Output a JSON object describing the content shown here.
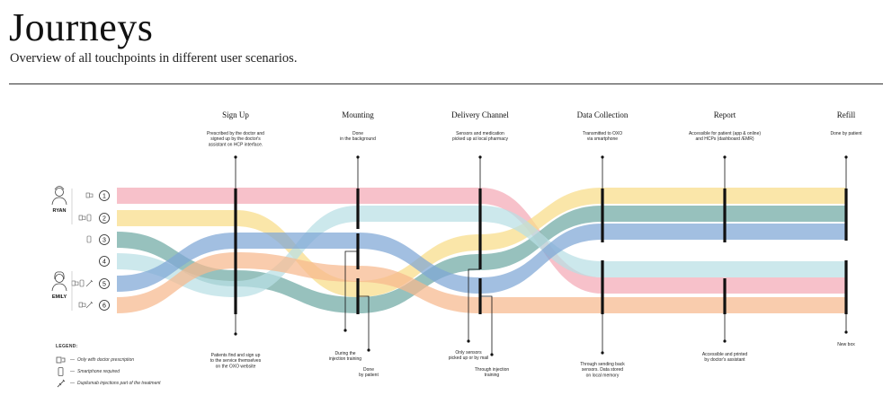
{
  "header": {
    "title": "Journeys",
    "subtitle": "Overview of all touchpoints in different user scenarios."
  },
  "stages": [
    {
      "name": "Sign Up",
      "top_note": "Prescribed by the doctor and\nsigned up by the doctor's\nassistant on  HCP interface.",
      "bottom_notes": [
        {
          "text": "Patients find and sign up\nto the service themselves\non the OXO website"
        }
      ]
    },
    {
      "name": "Mounting",
      "top_note": "Done\nin the background",
      "bottom_notes": [
        {
          "text": "During the\ninjection training"
        },
        {
          "text": "Done\nby patient"
        }
      ]
    },
    {
      "name": "Delivery Channel",
      "top_note": "Sensors and medication\npicked up at local pharmacy",
      "bottom_notes": [
        {
          "text": "Only sensors\npicked up or by mail"
        },
        {
          "text": "Through injection\ntraining"
        }
      ]
    },
    {
      "name": "Data Collection",
      "top_note": "Transmitted to OXO\nvia smartphone",
      "bottom_notes": [
        {
          "text": "Through sending back\nsensors. Data stored\non local memory"
        }
      ]
    },
    {
      "name": "Report",
      "top_note": "Accessible for patient (app & online)\nand HCPs (dashboard /EMR)",
      "bottom_notes": [
        {
          "text": "Accessible and printed\nby doctor's assistant"
        }
      ]
    },
    {
      "name": "Refill",
      "top_note": "Done by patient",
      "bottom_notes": [
        {
          "text": "New box"
        }
      ]
    }
  ],
  "users": [
    {
      "name": "RYAN",
      "icon": "doctor-avatar-icon"
    },
    {
      "name": "EMILY",
      "icon": "woman-avatar-icon"
    }
  ],
  "scenarios": [
    {
      "number": "1",
      "color": "#f4a9b6",
      "icons": [
        "prescription-icon"
      ]
    },
    {
      "number": "2",
      "color": "#f8dc88",
      "icons": [
        "prescription-icon",
        "smartphone-icon"
      ]
    },
    {
      "number": "3",
      "color": "#6fa9a4",
      "icons": [
        "smartphone-icon"
      ]
    },
    {
      "number": "4",
      "color": "#b9dfe4",
      "icons": []
    },
    {
      "number": "5",
      "color": "#7ea6d6",
      "icons": [
        "prescription-icon",
        "smartphone-icon",
        "injection-icon"
      ]
    },
    {
      "number": "6",
      "color": "#f6b98e",
      "icons": [
        "prescription-icon",
        "injection-icon"
      ]
    }
  ],
  "legend": {
    "title": "LEGEND:",
    "items": [
      {
        "icon": "prescription-icon",
        "text": "Only with doctor prescription"
      },
      {
        "icon": "smartphone-icon",
        "text": "Smartphone required"
      },
      {
        "icon": "injection-icon",
        "text": "Dupilumab injections part of the treatment"
      }
    ]
  }
}
